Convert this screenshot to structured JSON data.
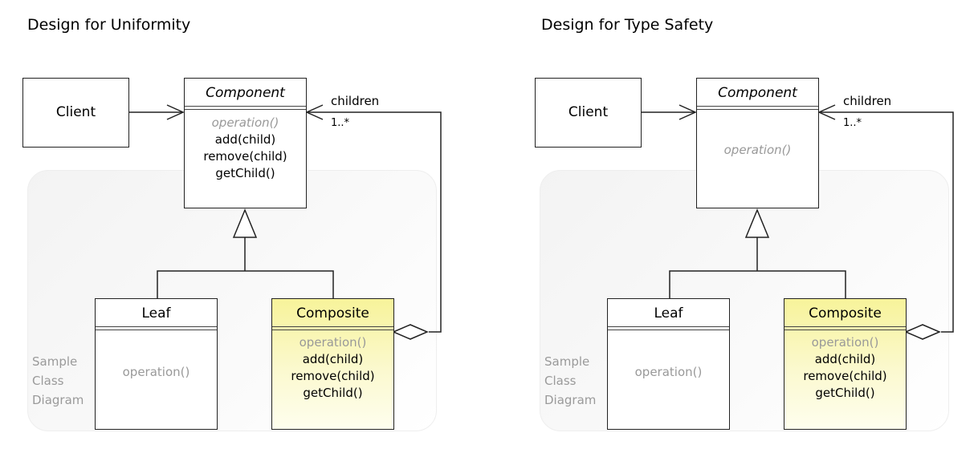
{
  "left": {
    "title": "Design for Uniformity",
    "watermark": [
      "Sample",
      "Class",
      "Diagram"
    ],
    "client": {
      "name": "Client"
    },
    "component": {
      "name": "Component",
      "ops": [
        "operation()",
        "add(child)",
        "remove(child)",
        "getChild()"
      ]
    },
    "leaf": {
      "name": "Leaf",
      "ops": [
        "operation()"
      ]
    },
    "composite": {
      "name": "Composite",
      "ops": [
        "operation()",
        "add(child)",
        "remove(child)",
        "getChild()"
      ]
    },
    "assoc": {
      "role": "children",
      "multiplicity": "1..*"
    }
  },
  "right": {
    "title": "Design for Type Safety",
    "watermark": [
      "Sample",
      "Class",
      "Diagram"
    ],
    "client": {
      "name": "Client"
    },
    "component": {
      "name": "Component",
      "ops": [
        "operation()"
      ]
    },
    "leaf": {
      "name": "Leaf",
      "ops": [
        "operation()"
      ]
    },
    "composite": {
      "name": "Composite",
      "ops": [
        "operation()",
        "add(child)",
        "remove(child)",
        "getChild()"
      ]
    },
    "assoc": {
      "role": "children",
      "multiplicity": "1..*"
    }
  }
}
